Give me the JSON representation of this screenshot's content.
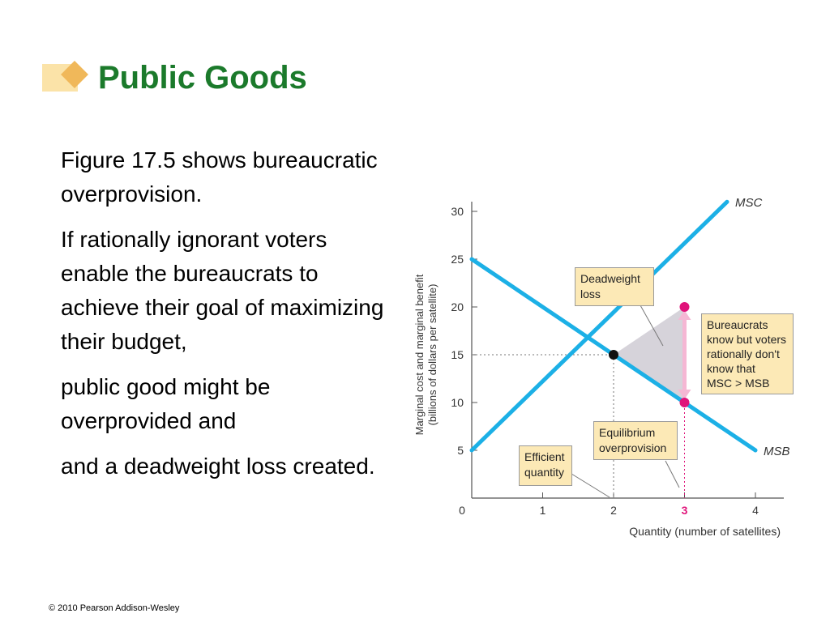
{
  "slide": {
    "title": "Public Goods",
    "paragraphs": [
      "Figure 17.5 shows bureaucratic overprovision.",
      "If rationally ignorant voters enable the bureaucrats to achieve their goal of maximizing their budget,",
      "public good might be overprovided and",
      "and a deadweight loss created."
    ],
    "footer": "© 2010 Pearson Addison-Wesley"
  },
  "colors": {
    "title": "#1b7a2b",
    "curve": "#1cb0e6",
    "accent": "#e0137a",
    "deadweight_fill": "#d6d3da",
    "callout_bg": "#fce9b6"
  },
  "chart_data": {
    "type": "line",
    "xlabel": "Quantity (number of satellites)",
    "ylabel": "Marginal cost and marginal benefit (billions of dollars per satellite)",
    "xlim": [
      0,
      4.4
    ],
    "ylim": [
      0,
      30
    ],
    "xticks": [
      0,
      1,
      2,
      3,
      4
    ],
    "yticks": [
      5,
      10,
      15,
      20,
      25,
      30
    ],
    "highlight_xtick": 3,
    "series": [
      {
        "name": "MSC",
        "x": [
          0,
          3.6
        ],
        "y": [
          5,
          31
        ]
      },
      {
        "name": "MSB",
        "x": [
          0,
          4
        ],
        "y": [
          25,
          5
        ]
      }
    ],
    "equilibrium_point": {
      "x": 2,
      "y": 15
    },
    "overprovision_points": [
      {
        "x": 3,
        "y": 20
      },
      {
        "x": 3,
        "y": 10
      }
    ],
    "deadweight_loss_triangle": [
      [
        2,
        15
      ],
      [
        3,
        20
      ],
      [
        3,
        10
      ]
    ],
    "annotations": {
      "deadweight": [
        "Deadweight",
        "loss"
      ],
      "bureaucrats": [
        "Bureaucrats",
        "know but voters",
        "rationally don't",
        "know that",
        "MSC > MSB"
      ],
      "equilibrium": [
        "Equilibrium",
        "overprovision"
      ],
      "efficient": [
        "Efficient",
        "quantity"
      ]
    }
  }
}
